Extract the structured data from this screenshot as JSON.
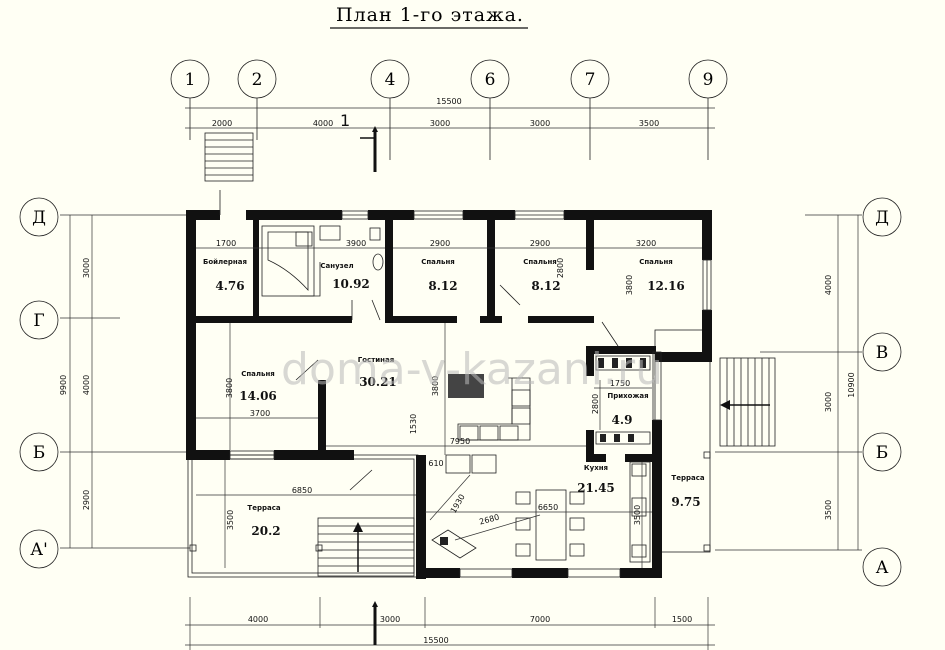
{
  "title": "План  1-го  этажа.",
  "watermark": "doma-v-kazani.ru",
  "section_mark": "1",
  "axes_top": [
    "1",
    "2",
    "4",
    "6",
    "7",
    "9"
  ],
  "axes_left": [
    "Д",
    "Г",
    "Б",
    "А'"
  ],
  "axes_right": [
    "Д",
    "В",
    "Б",
    "А"
  ],
  "dims_top": {
    "total": "15500",
    "segments": [
      "2000",
      "4000",
      "3000",
      "3000",
      "3500"
    ]
  },
  "dims_bottom": {
    "total": "15500",
    "segments": [
      "4000",
      "3000",
      "7000",
      "1500"
    ]
  },
  "dims_left": {
    "total": "9900",
    "segments": [
      "3000",
      "4000",
      "2900"
    ]
  },
  "dims_right": {
    "total": "10900",
    "segments": [
      "4000",
      "3000",
      "3500"
    ]
  },
  "rooms": [
    {
      "name": "Бойлерная",
      "area": "4.76"
    },
    {
      "name": "Санузел",
      "area": "10.92"
    },
    {
      "name": "Спальня",
      "area": "8.12"
    },
    {
      "name": "Спальня",
      "area": "8.12"
    },
    {
      "name": "Спальня",
      "area": "12.16"
    },
    {
      "name": "Спальня",
      "area": "14.06"
    },
    {
      "name": "Гостиная",
      "area": "30.21"
    },
    {
      "name": "Прихожая",
      "area": "4.9"
    },
    {
      "name": "Кухня",
      "area": "21.45"
    },
    {
      "name": "Терраса",
      "area": "9.75"
    },
    {
      "name": "Терраса",
      "area": "20.2"
    }
  ],
  "inner_dims": [
    "1700",
    "3900",
    "2900",
    "2900",
    "3200",
    "2800",
    "3800",
    "3800",
    "3700",
    "7950",
    "1530",
    "3800",
    "1750",
    "2800",
    "610",
    "1930",
    "2680",
    "6650",
    "3500",
    "6850",
    "3500"
  ]
}
